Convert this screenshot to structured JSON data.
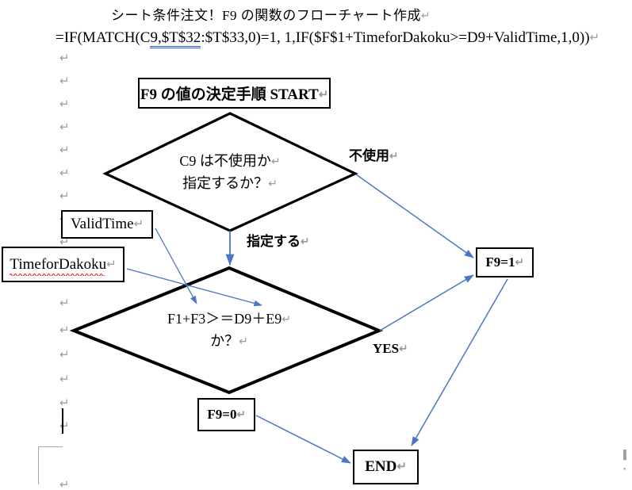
{
  "document": {
    "title": "シート条件注文！F9 の関数のフローチャート作成",
    "title_pilcrow": "↵",
    "formula_parts": {
      "before": "=IF(MATCH(C",
      "underlined": "9,$T$32",
      "after": ":$T$33,0)=1, 1,IF($F$1+TimeforDakoku>=D9+ValidTime,1,0))"
    },
    "formula_full": "=IF(MATCH(C9,$T$32:$T$33,0)=1, 1,IF($F$1+TimeforDakoku>=D9+ValidTime,1,0))",
    "paragraph_mark": "↵"
  },
  "flowchart": {
    "start": {
      "label": "F9 の値の決定手順 START",
      "mark": "↵"
    },
    "decision1": {
      "line1": "C9 は不使用か",
      "line1_mark": "↵",
      "line2": "指定するか？",
      "line2_mark": "↵"
    },
    "decision2": {
      "line1": "F1+F3＞＝D9＋E9",
      "line1_mark": "↵",
      "line2": "か？",
      "line2_mark": "↵"
    },
    "validtime": {
      "label": "ValidTime",
      "mark": "↵"
    },
    "dakoku": {
      "label": "TimeforDakoku",
      "mark": "↵",
      "spellcheck_error": true
    },
    "f9_is_1": {
      "label": "F9=1",
      "mark": "↵"
    },
    "f9_is_0": {
      "label": "F9=0",
      "mark": "↵"
    },
    "end": {
      "label": "END",
      "mark": "↵"
    },
    "edge_labels": {
      "no_use": "不使用",
      "no_use_mark": "↵",
      "specify": "指定する",
      "specify_mark": "↵",
      "yes": "YES",
      "yes_mark": "↵"
    }
  },
  "margin_marks": [
    "↵",
    "↵",
    "↵",
    "↵",
    "↵",
    "↵",
    "↵",
    "↵",
    "↵",
    "↵",
    "↵",
    "↵",
    "↵",
    "↵",
    "↵"
  ],
  "colors": {
    "shape_outline": "#000000",
    "connector": "#4a76c4",
    "pilcrow": "#9c9c9c",
    "formula_underline": "#2a5bd7",
    "spellcheck": "#e01b1b",
    "page_background": "#ffffff"
  }
}
